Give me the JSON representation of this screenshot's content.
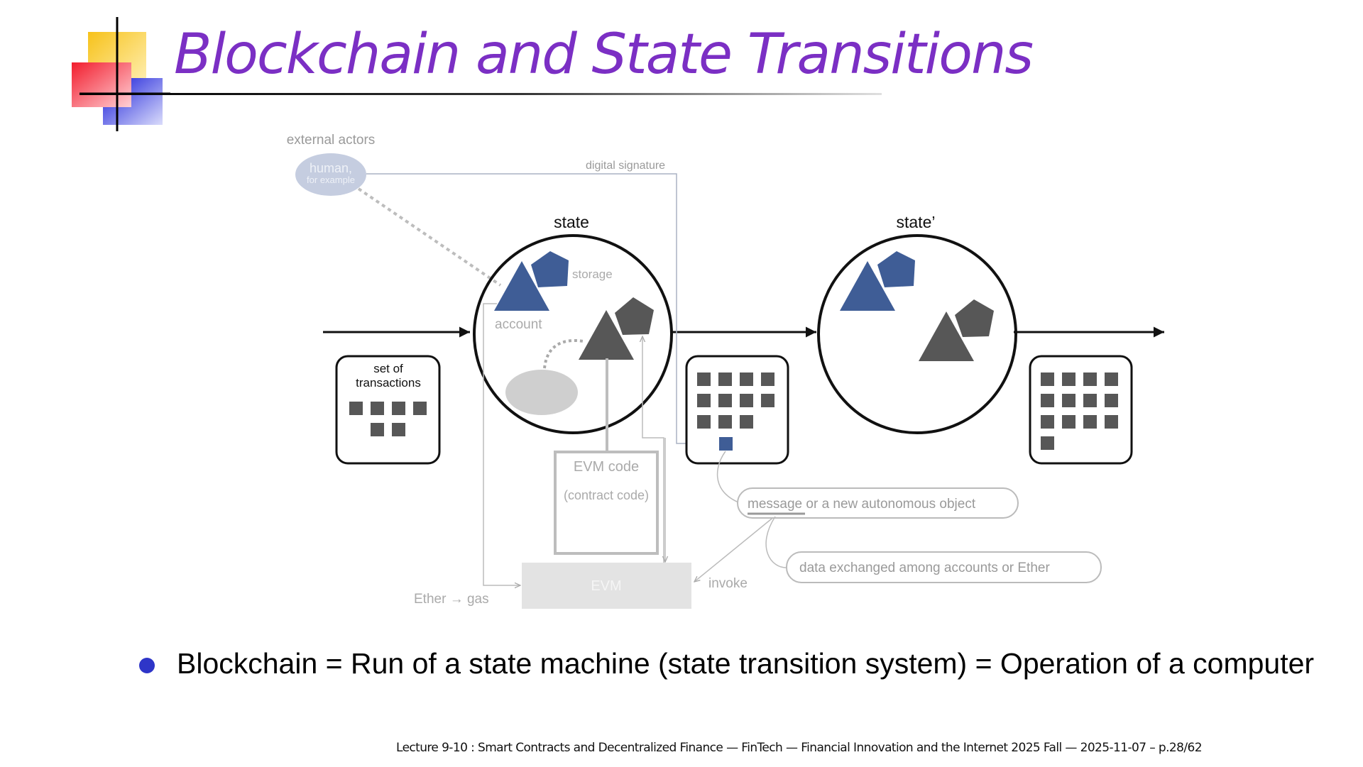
{
  "slide": {
    "title": "Blockchain and State Transitions",
    "bullet": "Blockchain = Run of a state machine (state transition system) = Operation of a computer",
    "footer": "Lecture 9-10 : Smart Contracts and Decentralized Finance — FinTech — Financial Innovation and the Internet 2025 Fall — 2025-11-07 – p.28/62"
  },
  "diagram": {
    "external_actors": "external actors",
    "human_line1": "human,",
    "human_line2": "for example",
    "digital_signature": "digital signature",
    "state_label": "state",
    "state_prime_label": "state’",
    "storage": "storage",
    "account": "account",
    "set_of_transactions_line1": "set of",
    "set_of_transactions_line2": "transactions",
    "evm_code": "EVM code",
    "contract_code": "(contract code)",
    "evm": "EVM",
    "ether_gas": "Ether → gas",
    "invoke": "invoke",
    "message_word": "message",
    "message_rest": "or a new autonomous object",
    "data_exchanged": "data exchanged among accounts or Ether"
  },
  "colors": {
    "title": "#7b2fc4",
    "bullet": "#2e35c8",
    "blue_shape": "#3f5d96",
    "dark_shape": "#575757",
    "faded_line": "#bbbbbb",
    "faded_text": "#9a9a9a"
  }
}
